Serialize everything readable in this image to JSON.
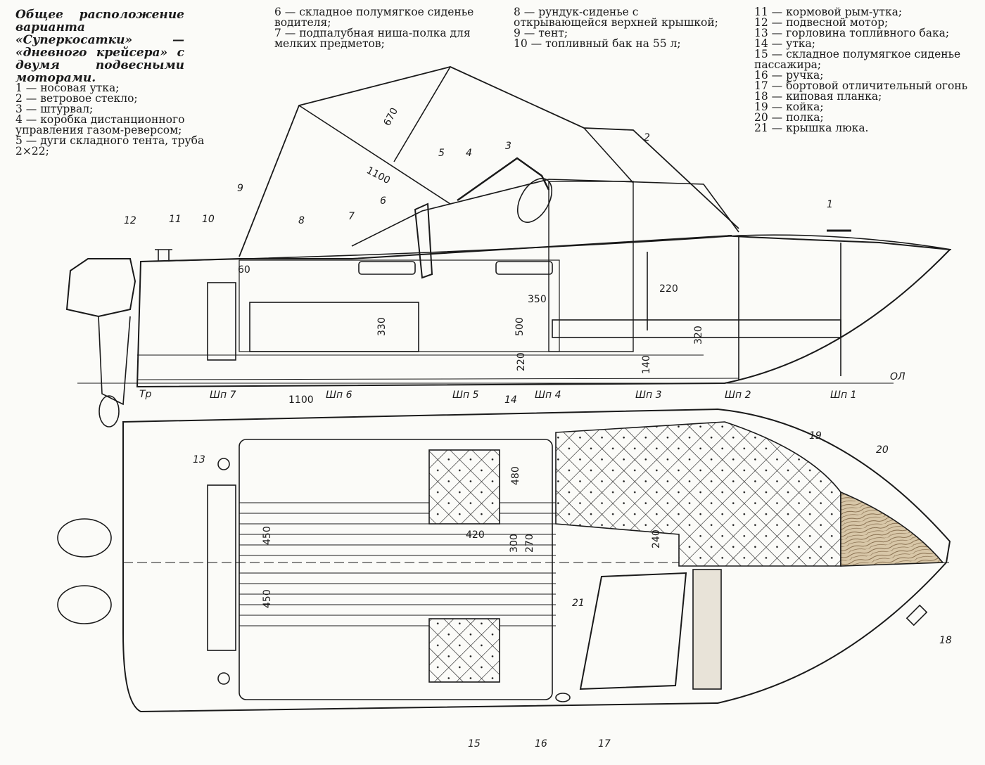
{
  "caption": {
    "title": "Общее расположение варианта «Суперкосатки» — «дневного крейсера» с двумя подвесными моторами.",
    "legend_col1": [
      "1 — носовая утка;",
      "2 — ветровое стекло;",
      "3 — штурвал;",
      "4 — коробка дистанционного управления газом-реверсом;",
      "5 — дуги складного тента, труба 2×22;"
    ],
    "legend_col2": [
      "6 — складное полумягкое сиденье водителя;",
      "7 — подпалубная ниша-полка для мелких предметов;"
    ],
    "legend_col3": [
      "8 — рундук-сиденье с открывающейся верхней крышкой;",
      "9 — тент;",
      "10 — топливный бак на 55 л;"
    ],
    "legend_col4": [
      "11 — кормовой рым-утка;",
      "12 — подвесной мотор;",
      "13 — горловина топливного бака;",
      "14 — утка;",
      "15 — складное полумягкое сиденье пассажира;",
      "16 — ручка;",
      "17 — бортовой отличительный огонь",
      "18 — киповая планка;",
      "19 — койка;",
      "20 — полка;",
      "21 — крышка люка."
    ]
  },
  "callouts": [
    "1",
    "2",
    "3",
    "4",
    "5",
    "6",
    "7",
    "8",
    "9",
    "10",
    "11",
    "12",
    "13",
    "14",
    "15",
    "16",
    "17",
    "18",
    "19",
    "20",
    "21"
  ],
  "dimensions": [
    "670",
    "1100",
    "60",
    "330",
    "500",
    "350",
    "220",
    "220",
    "320",
    "140",
    "1100",
    "480",
    "420",
    "450",
    "450",
    "300",
    "270",
    "240"
  ],
  "stations": [
    "Тр",
    "Шп 7",
    "Шп 6",
    "Шп 5",
    "Шп 4",
    "Шп 3",
    "Шп 2",
    "Шп 1",
    "ОЛ"
  ],
  "colors": {
    "ink": "#1a1a1a",
    "paper": "#fbfbf8",
    "wood": "#c9b08a"
  }
}
